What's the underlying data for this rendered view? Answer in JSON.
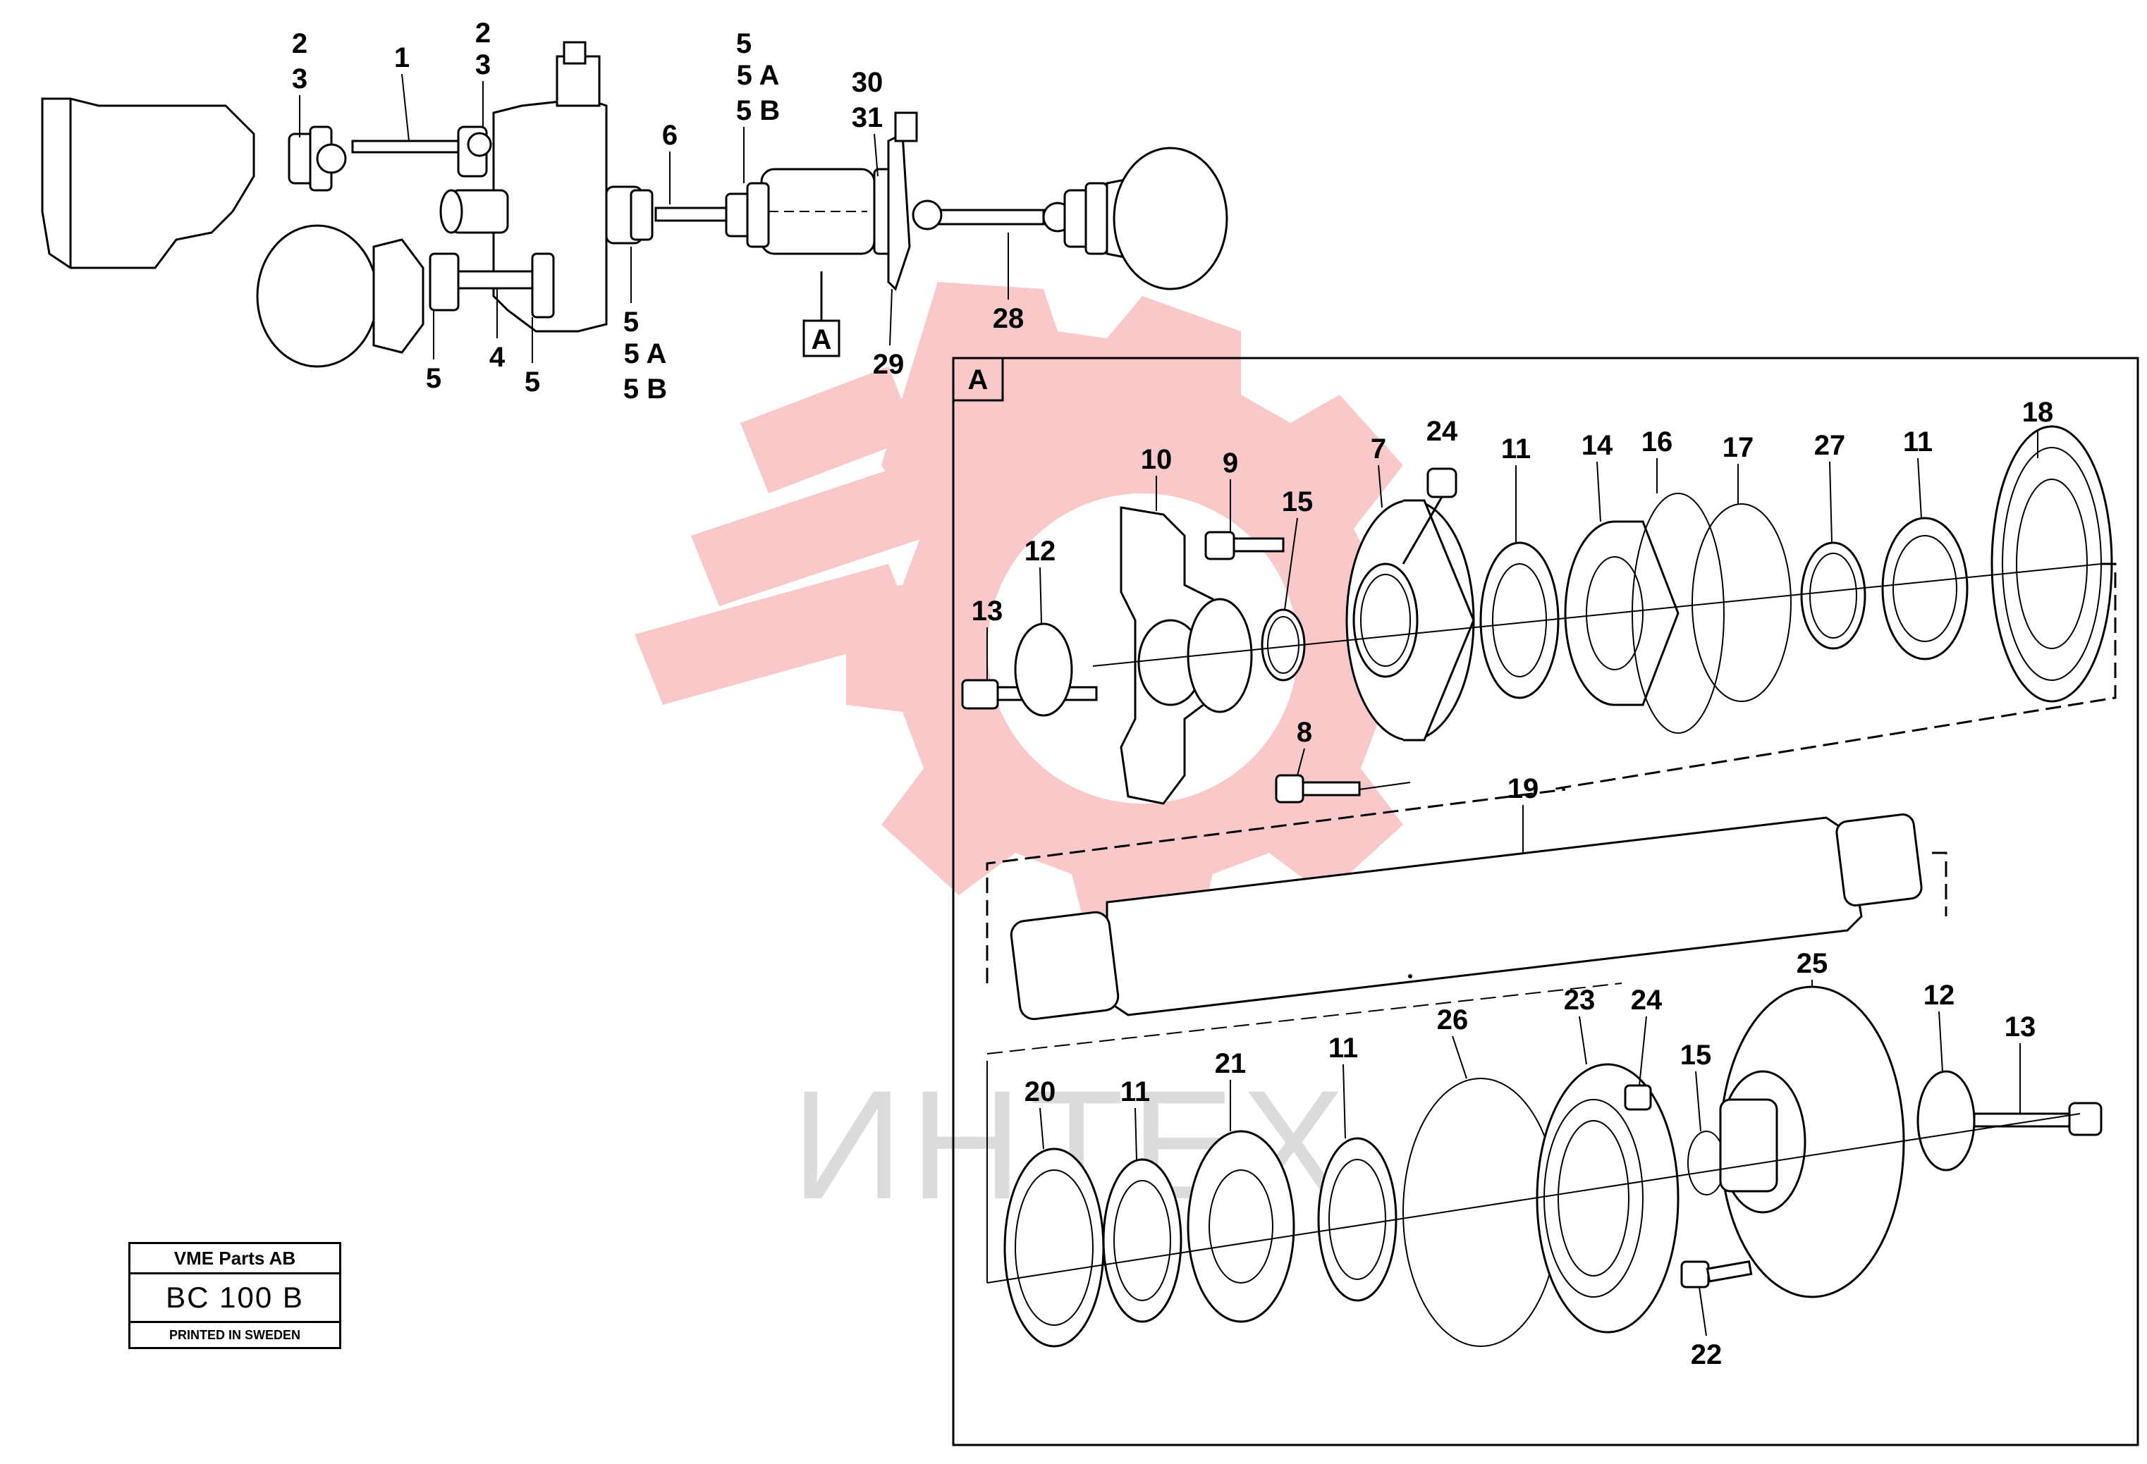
{
  "watermark": {
    "text": "ИНТЕХ",
    "logo_color": "#e8292b",
    "text_color": "#9a9a9a"
  },
  "detail_marker": "A",
  "title_block": {
    "company": "VME Parts AB",
    "code": "BC 100 B",
    "printed": "PRINTED IN SWEDEN"
  },
  "overview_labels": [
    "2",
    "3",
    "1",
    "2",
    "3",
    "5",
    "5 A",
    "5 B",
    "30",
    "31",
    "6",
    "28",
    "29",
    "A",
    "5",
    "5 A",
    "5 B",
    "4",
    "5",
    "5"
  ],
  "detail_labels": [
    "18",
    "10",
    "9",
    "7",
    "24",
    "11",
    "14",
    "16",
    "17",
    "27",
    "11",
    "15",
    "12",
    "13",
    "8",
    "19",
    "26",
    "23",
    "24",
    "25",
    "12",
    "13",
    "21",
    "11",
    "15",
    "20",
    "11",
    "22"
  ]
}
